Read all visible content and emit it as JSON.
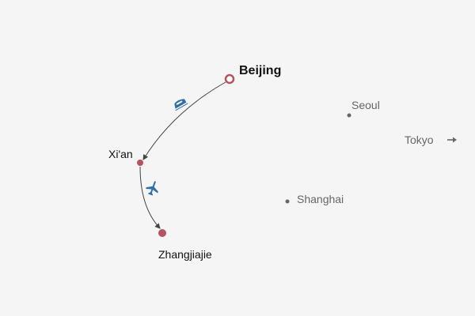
{
  "colors": {
    "background": "#f5f5f5",
    "city_marker": "#b5545c",
    "route": "#444444",
    "icon": "#2f6fa8",
    "other_city": "#666666"
  },
  "route": {
    "origin": {
      "name": "Beijing"
    },
    "stops": [
      {
        "name": "Xi'an"
      },
      {
        "name": "Zhangjiajie"
      }
    ],
    "legs": [
      {
        "from": "Beijing",
        "to": "Xi'an",
        "mode_icon": "train-icon"
      },
      {
        "from": "Xi'an",
        "to": "Zhangjiajie",
        "mode_icon": "plane-icon"
      }
    ]
  },
  "other_cities": [
    {
      "name": "Seoul"
    },
    {
      "name": "Shanghai"
    },
    {
      "name": "Tokyo",
      "icon": "arrow-right-icon"
    }
  ]
}
